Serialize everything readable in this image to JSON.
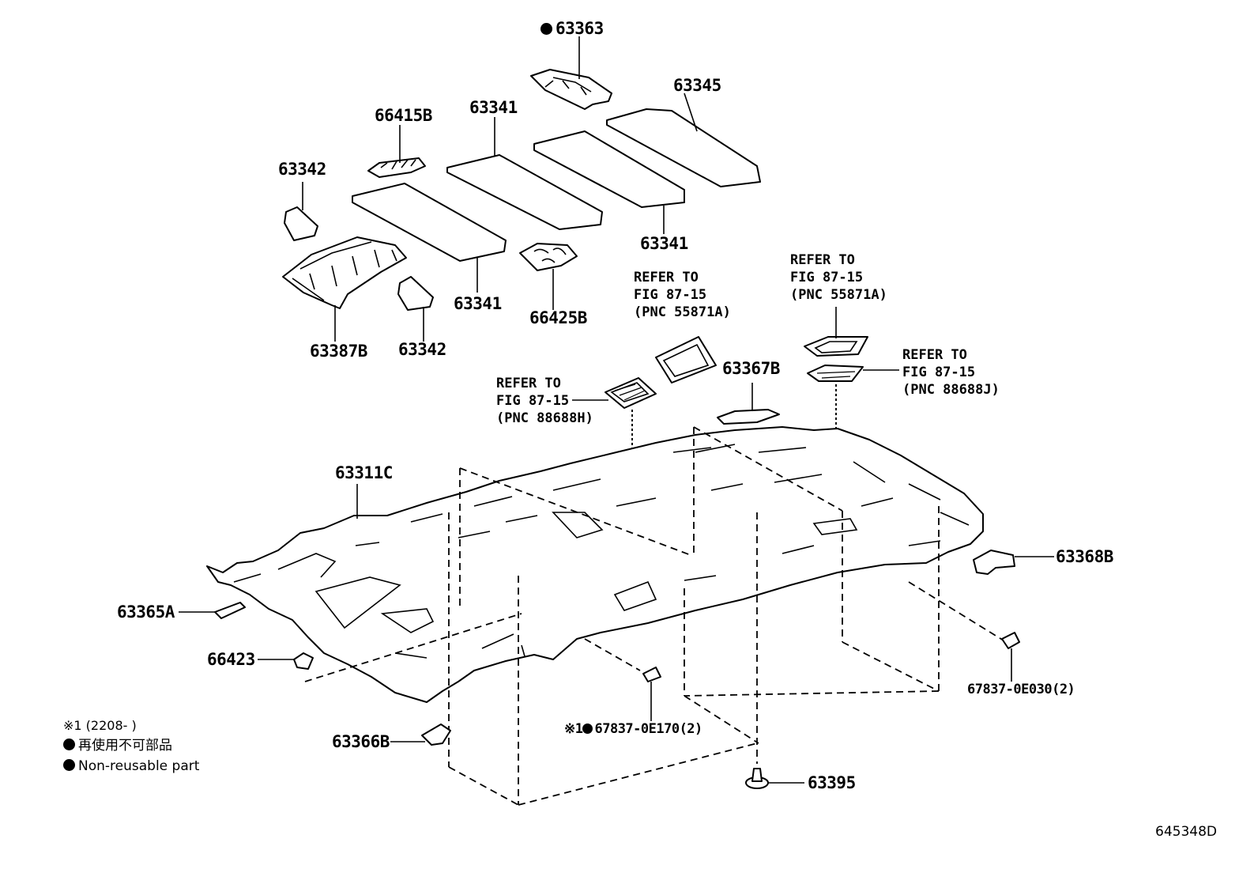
{
  "labels": {
    "p63363": "63363",
    "p63345": "63345",
    "p66415B": "66415B",
    "p63341_top": "63341",
    "p63342_top": "63342",
    "p63341_right": "63341",
    "p63341_bottom": "63341",
    "p66425B": "66425B",
    "p63387B": "63387B",
    "p63342_bottom": "63342",
    "p63367B": "63367B",
    "p63311C": "63311C",
    "p63368B": "63368B",
    "p63365A": "63365A",
    "p66423": "66423",
    "p67837_0E030": "67837-0E030(2)",
    "p67837_0E170": "67837-0E170(2)",
    "p67837_0E170_prefix": "※1",
    "p63366B": "63366B",
    "p63395": "63395"
  },
  "references": {
    "ref_55871A_mid": [
      "REFER TO",
      "FIG 87-15",
      "(PNC 55871A)"
    ],
    "ref_55871A_right": [
      "REFER TO",
      "FIG 87-15",
      "(PNC 55871A)"
    ],
    "ref_88688J": [
      "REFER TO",
      "FIG 87-15",
      "(PNC 88688J)"
    ],
    "ref_88688H": [
      "REFER TO",
      "FIG 87-15",
      "(PNC 88688H)"
    ]
  },
  "legend": {
    "note1": "※1 (2208-       )",
    "jp": "再使用不可部品",
    "en": "Non-reusable part"
  },
  "figure_id": "645348D"
}
